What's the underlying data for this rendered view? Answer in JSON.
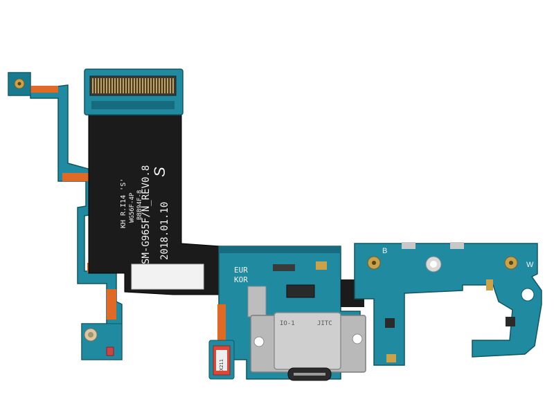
{
  "photo": {
    "subject": "charging-port-flex-cable",
    "background": "#ffffff",
    "colors": {
      "pcb": "#1f8aa0",
      "pcb_dark": "#176b7e",
      "pcb_edge": "#0f5566",
      "flex_black": "#1b1b1b",
      "flex_orange": "#e06a24",
      "gold": "#c9a24a",
      "steel": "#b9b9b9"
    },
    "silkscreen": {
      "main_line": "SM-G965F/N_REV0.8",
      "date_line": "2018.01.10",
      "code_line_1": "KH R.I14 'S'",
      "code_line_2": "WG56F-4P",
      "code_line_3": "B8B94F-8",
      "region_1": "EUR",
      "region_2": "KOR",
      "port_mark_1": "IO-1",
      "port_mark_2": "JITC",
      "pad_b": "B",
      "pad_w": "W",
      "mic_mark": "X211",
      "brand_glyph": "S"
    }
  }
}
